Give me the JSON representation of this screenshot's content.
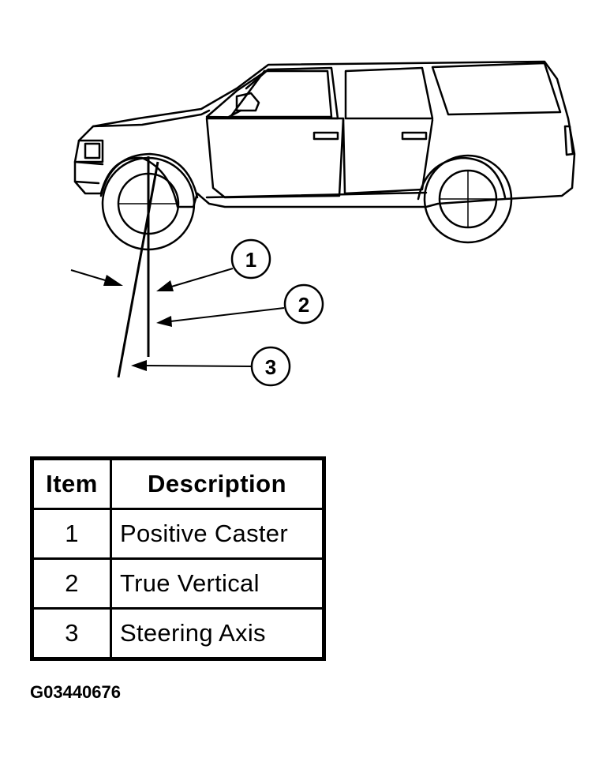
{
  "callouts": [
    {
      "number": "1",
      "label": "Positive Caster"
    },
    {
      "number": "2",
      "label": "True Vertical"
    },
    {
      "number": "3",
      "label": "Steering Axis"
    }
  ],
  "table": {
    "headers": {
      "item": "Item",
      "description": "Description"
    },
    "rows": [
      {
        "item": "1",
        "description": "Positive Caster"
      },
      {
        "item": "2",
        "description": "True Vertical"
      },
      {
        "item": "3",
        "description": "Steering Axis"
      }
    ]
  },
  "figure_id": "G03440676"
}
